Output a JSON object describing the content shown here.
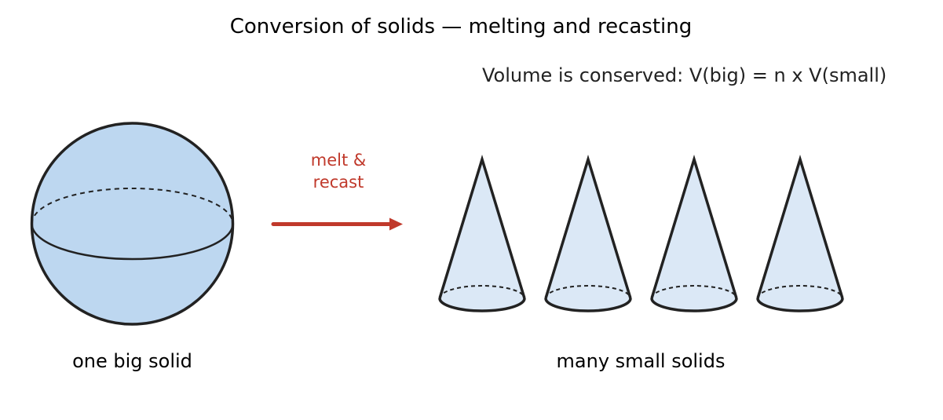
{
  "title": "Conversion of solids — melting and recasting",
  "subtitle": "Volume is conserved:  V(big) = n x V(small)",
  "big_solid": {
    "shape": "sphere",
    "caption": "one big solid"
  },
  "arrow": {
    "label_line1": "melt &",
    "label_line2": "recast"
  },
  "small_solids": {
    "shape": "cone",
    "count": 4,
    "caption": "many small solids"
  },
  "colors": {
    "sphere_fill": "#bdd7f0",
    "cone_fill": "#dbe8f6",
    "outline": "#222222",
    "accent": "#c0392b"
  }
}
